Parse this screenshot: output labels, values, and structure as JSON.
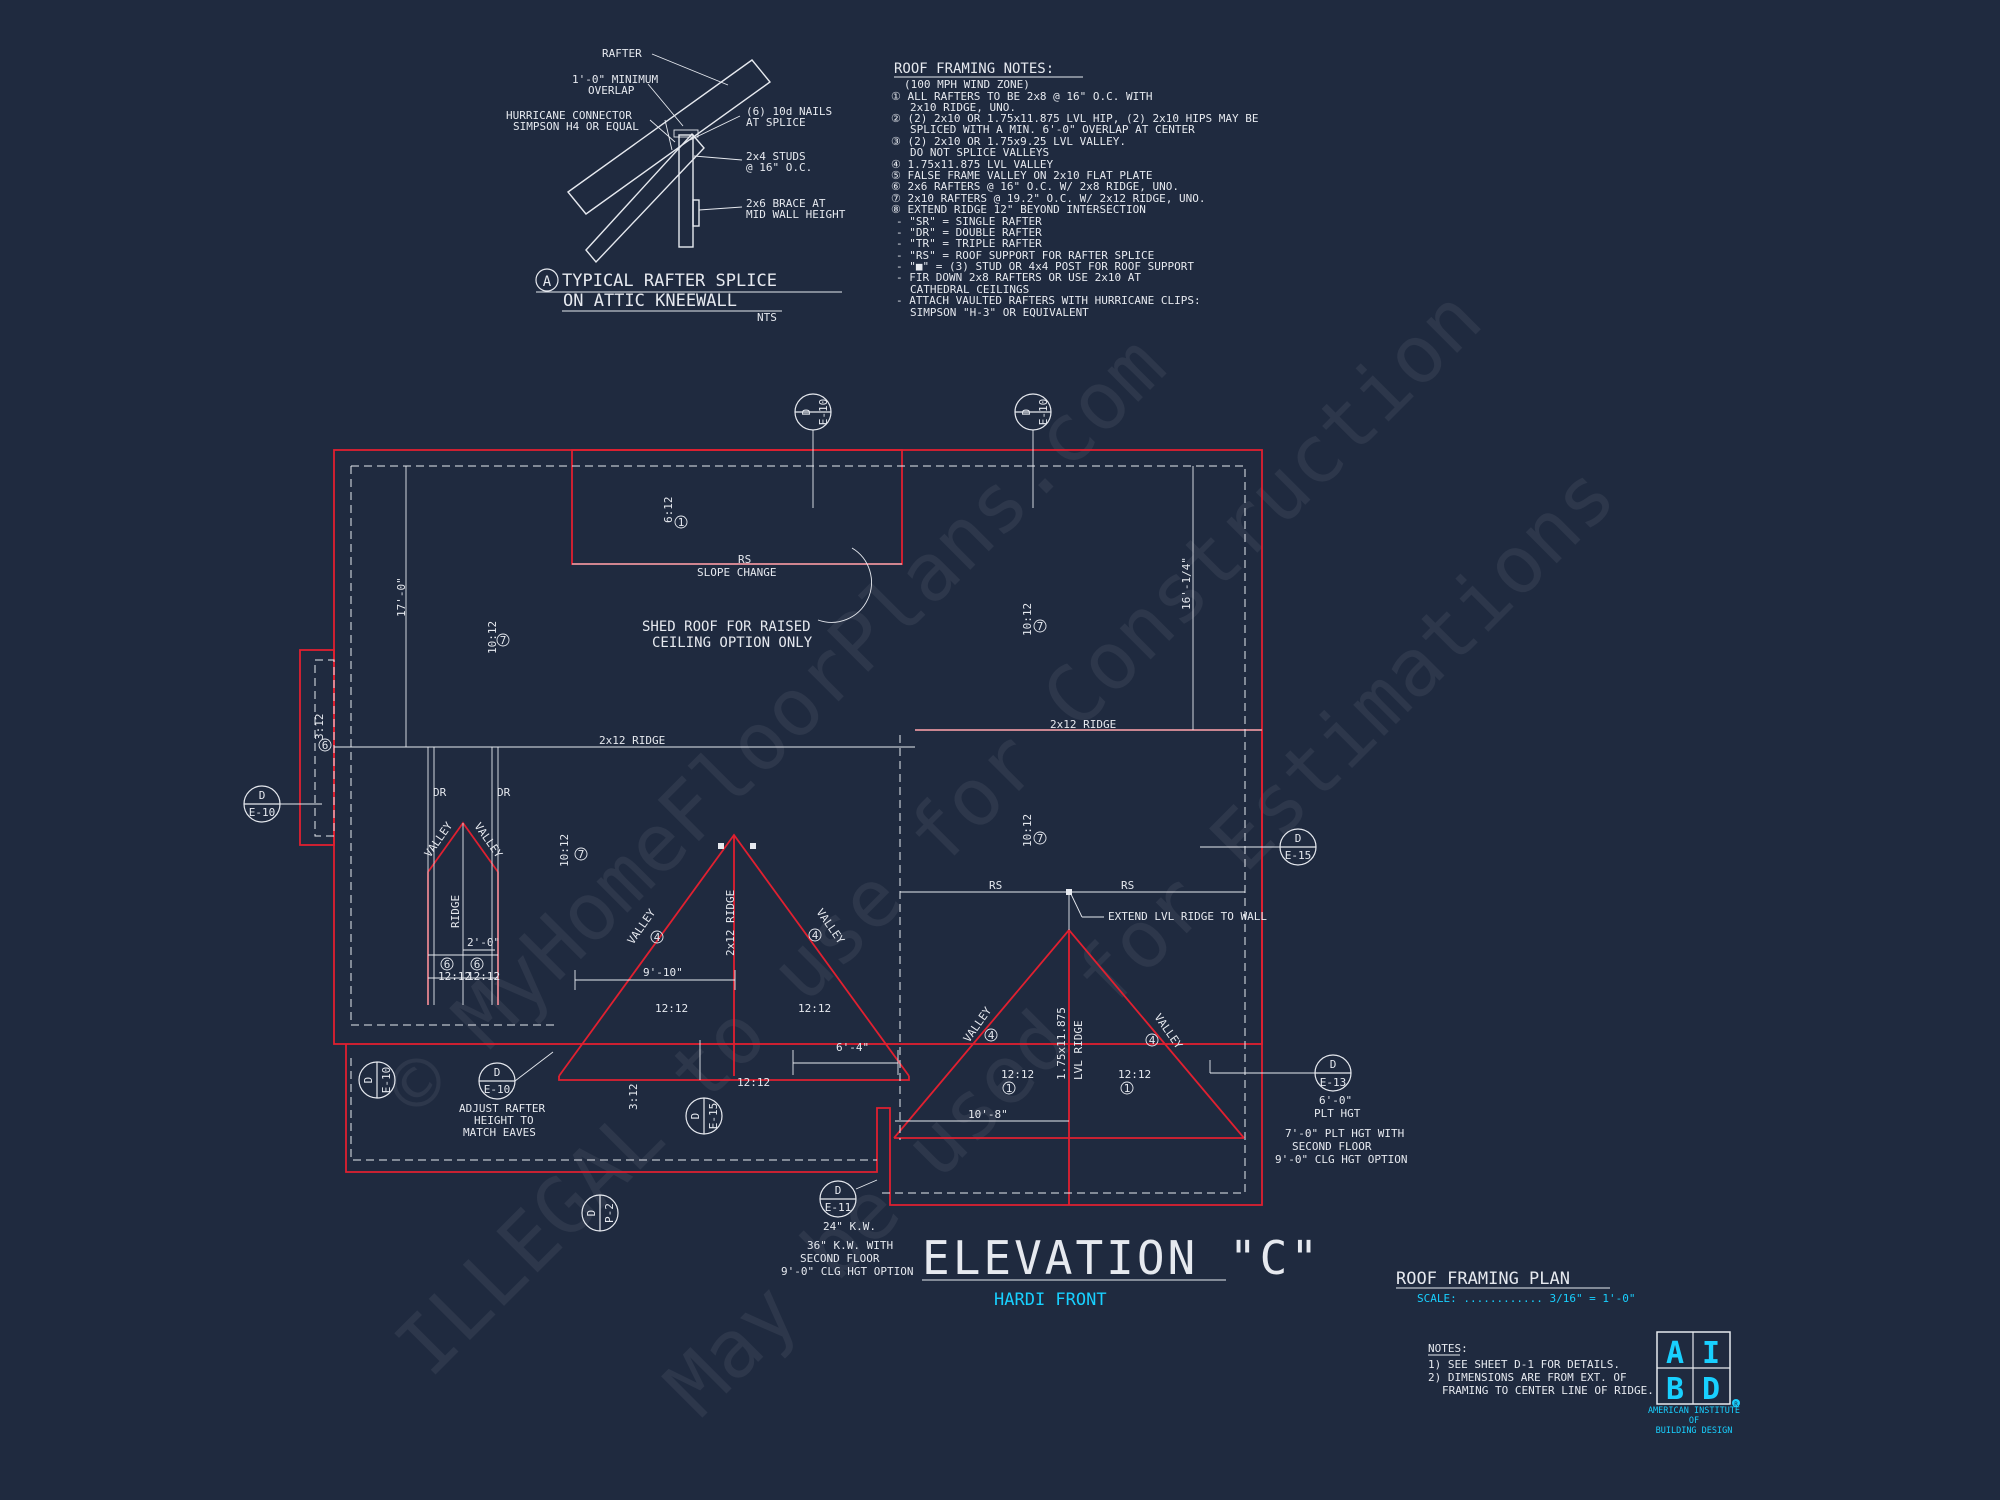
{
  "watermark": {
    "line1": "© MyHomeFloorPlans.com",
    "line2": "ILLEGAL to use for Construction",
    "line3": "May be used for Estimations"
  },
  "detail": {
    "labels": {
      "rafter": "RAFTER",
      "overlap_1": "1'-0\" MINIMUM",
      "overlap_2": "OVERLAP",
      "hurricane_1": "HURRICANE CONNECTOR",
      "hurricane_2": "SIMPSON H4 OR EQUAL",
      "nails_1": "(6) 10d NAILS",
      "nails_2": "AT SPLICE",
      "studs_1": "2x4 STUDS",
      "studs_2": "@ 16\" O.C.",
      "brace_1": "2x6 BRACE AT",
      "brace_2": "MID WALL HEIGHT"
    },
    "marker": "A",
    "title_line1": "TYPICAL RAFTER SPLICE",
    "title_line2": "ON ATTIC KNEEWALL",
    "scale": "NTS"
  },
  "notes": {
    "title": "ROOF FRAMING NOTES:",
    "lines": [
      "(100 MPH WIND ZONE)",
      "① ALL RAFTERS TO BE 2x8 @ 16\" O.C. WITH",
      "2x10 RIDGE, UNO.",
      "② (2) 2x10 OR 1.75x11.875 LVL HIP, (2) 2x10 HIPS MAY BE",
      "SPLICED WITH A MIN. 6'-0\" OVERLAP AT CENTER",
      "③ (2) 2x10 OR 1.75x9.25 LVL VALLEY.",
      "DO NOT SPLICE VALLEYS",
      "④ 1.75x11.875 LVL VALLEY",
      "⑤ FALSE FRAME VALLEY ON 2x10 FLAT PLATE",
      "⑥ 2x6 RAFTERS @ 16\" O.C. W/ 2x8 RIDGE, UNO.",
      "⑦ 2x10 RAFTERS @ 19.2\" O.C. W/ 2x12 RIDGE, UNO.",
      "⑧ EXTEND RIDGE 12\" BEYOND INTERSECTION",
      "- \"SR\" = SINGLE RAFTER",
      "- \"DR\" = DOUBLE RAFTER",
      "- \"TR\" = TRIPLE RAFTER",
      "- \"RS\" = ROOF SUPPORT FOR RAFTER SPLICE",
      "- \"■\" = (3) STUD OR 4x4 POST FOR ROOF SUPPORT",
      "- FIR DOWN 2x8 RAFTERS OR USE 2x10 AT",
      "CATHEDRAL CEILINGS",
      "- ATTACH VAULTED RAFTERS WITH HURRICANE CLIPS:",
      "SIMPSON \"H-3\" OR EQUIVALENT"
    ]
  },
  "plan": {
    "pitch_612": "6:12",
    "pitch_1012": "10:12",
    "pitch_1212": "12:12",
    "pitch_312": "3:12",
    "n1": "1",
    "n4": "4",
    "n6": "6",
    "n7": "7",
    "rs": "RS",
    "slope_change": "SLOPE CHANGE",
    "shed_1": "SHED ROOF FOR RAISED",
    "shed_2": "CEILING OPTION ONLY",
    "ridge_2x12": "2x12 RIDGE",
    "ridge": "RIDGE",
    "lvl_ridge_1": "1.75x11.875",
    "lvl_ridge_2": "LVL RIDGE",
    "valley": "VALLEY",
    "dr": "DR",
    "extend_lvl": "EXTEND LVL RIDGE TO WALL",
    "dim_17": "17'-0\"",
    "dim_16": "16'-1/4\"",
    "dim_2": "2'-0\"",
    "dim_9_10": "9'-10\"",
    "dim_6_4": "6'-4\"",
    "dim_10_8": "10'-8\"",
    "adjust_1": "ADJUST RAFTER",
    "adjust_2": "HEIGHT TO",
    "adjust_3": "MATCH EAVES",
    "kw_1": "24\" K.W.",
    "kw_2": "36\" K.W. WITH",
    "kw_3": "SECOND FLOOR",
    "kw_4": "9'-0\" CLG HGT OPTION",
    "plt_1": "6'-0\"",
    "plt_2": "PLT HGT",
    "plt_3": "7'-0\" PLT HGT WITH",
    "plt_4": "SECOND FLOOR",
    "plt_5": "9'-0\" CLG HGT OPTION"
  },
  "markers": {
    "d": "D",
    "e10": "E-10",
    "e11": "E-11",
    "e13": "E-13",
    "e15": "E-15",
    "p2": "P-2"
  },
  "elevation": {
    "title": "ELEVATION \"C\"",
    "subtitle": "HARDI FRONT"
  },
  "plan_title": {
    "title": "ROOF FRAMING PLAN",
    "scale": "SCALE: ............ 3/16\" = 1'-0\""
  },
  "sheet_notes": {
    "title": "NOTES:",
    "lines": [
      "1) SEE SHEET D-1 FOR DETAILS.",
      "2) DIMENSIONS ARE FROM EXT. OF",
      "FRAMING TO CENTER LINE OF RIDGE."
    ]
  },
  "logo": {
    "a": "A",
    "i": "I",
    "b": "B",
    "d": "D",
    "badge": "R",
    "line1": "AMERICAN INSTITUTE",
    "line2": "OF",
    "line3": "BUILDING DESIGN"
  }
}
